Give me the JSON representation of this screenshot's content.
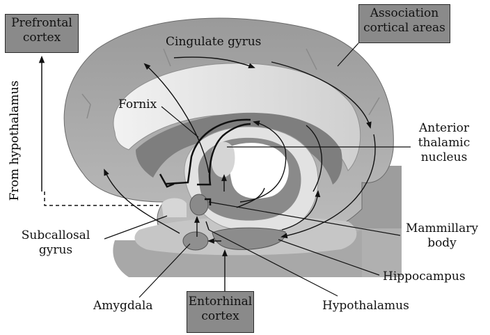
{
  "boxes": {
    "prefrontal": {
      "line1": "Prefrontal",
      "line2": "cortex"
    },
    "association": {
      "line1": "Association",
      "line2": "cortical areas"
    },
    "entorhinal": {
      "line1": "Entorhinal",
      "line2": "cortex"
    }
  },
  "labels": {
    "cingulate": "Cingulate gyrus",
    "fornix": "Fornix",
    "anterior_1": "Anterior",
    "anterior_2": "thalamic",
    "anterior_3": "nucleus",
    "subcallosal_1": "Subcallosal",
    "subcallosal_2": "gyrus",
    "mammillary_1": "Mammillary",
    "mammillary_2": "body",
    "hippocampus": "Hippocampus",
    "amygdala": "Amygdala",
    "hypothalamus": "Hypothalamus",
    "from_hypothalamus": "From hypothalamus"
  },
  "colors": {
    "box_fill": "#8a8a8a",
    "brain_light": "#dedede",
    "brain_mid": "#b3b3b3",
    "brain_dark": "#8c8c8c",
    "line": "#111111"
  }
}
